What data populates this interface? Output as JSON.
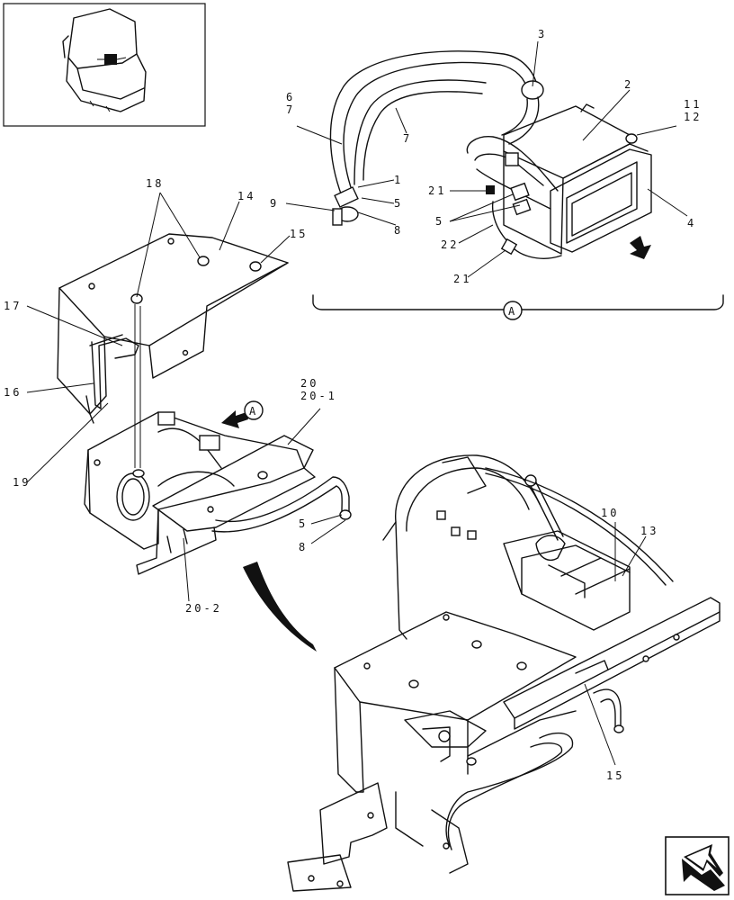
{
  "callouts": {
    "c1": "1",
    "c2": "2",
    "c3": "3",
    "c4": "4",
    "c5a": "5",
    "c5b": "5",
    "c5c": "5",
    "c6": "6",
    "c7a": "7",
    "c7b": "7",
    "c8a": "8",
    "c8b": "8",
    "c9": "9",
    "c10": "10",
    "c11": "11",
    "c12": "12",
    "c13": "13",
    "c14": "14",
    "c15a": "15",
    "c15b": "15",
    "c16": "16",
    "c17": "17",
    "c18": "18",
    "c19": "19",
    "c20": "20",
    "c20_1": "20-1",
    "c20_2": "20-2",
    "c21a": "21",
    "c21b": "21",
    "c22": "22"
  },
  "view_markers": {
    "detail_label": "A",
    "arrow_label": "A"
  },
  "icons": {
    "thumbnail": "machine-thumbnail-icon",
    "nav": "next-page-arrow-icon"
  }
}
